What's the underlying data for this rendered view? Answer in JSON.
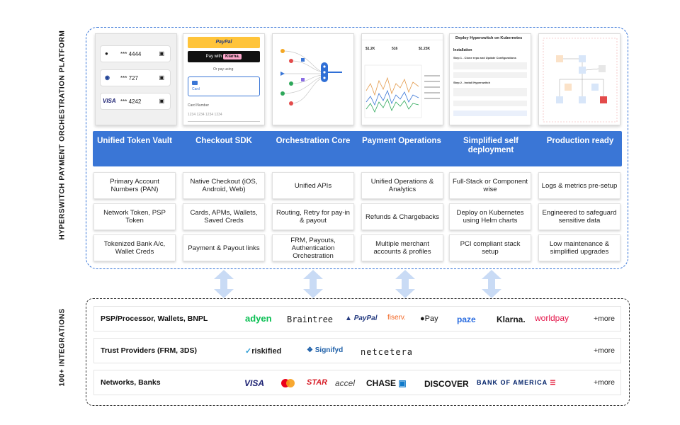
{
  "side_labels": {
    "platform": "HYPERSWITCH PAYMENT ORCHESTRATION PLATFORM",
    "integrations": "100+ INTEGRATIONS"
  },
  "cards": {
    "vault": {
      "rows": [
        {
          "brand": "",
          "num": "*** 4444"
        },
        {
          "brand": "",
          "num": "*** 727"
        },
        {
          "brand": "VISA",
          "num": "*** 4242"
        }
      ]
    },
    "checkout": {
      "paypal": "PayPal",
      "pay_with": "Pay with",
      "klarna": "Klarna.",
      "or_pay": "Or pay using",
      "card": "Card",
      "card_number_label": "Card Number",
      "card_number_placeholder": "1234 1234 1234 1234"
    },
    "ops": {
      "stat1": "$1.2K",
      "stat2": "516",
      "stat3": "$1.23K"
    },
    "deploy": {
      "title": "Deploy Hyperswitch on Kubernetes",
      "section": "Installation",
      "step1": "Step 1 - Clone repo and Update Configurations",
      "step2": "Step 2 - Install Hyperswitch"
    }
  },
  "features": [
    {
      "title": "Unified Token Vault",
      "cells": [
        "Primary Account Numbers (PAN)",
        "Network Token, PSP Token",
        "Tokenized Bank A/c, Wallet Creds"
      ]
    },
    {
      "title": "Checkout SDK",
      "cells": [
        "Native Checkout (iOS, Android, Web)",
        "Cards, APMs, Wallets, Saved Creds",
        "Payment & Payout links"
      ]
    },
    {
      "title": "Orchestration Core",
      "cells": [
        "Unified APIs",
        "Routing, Retry for pay-in & payout",
        "FRM, Payouts, Authentication Orchestration"
      ]
    },
    {
      "title": "Payment Operations",
      "cells": [
        "Unified Operations & Analytics",
        "Refunds & Chargebacks",
        "Multiple merchant accounts & profiles"
      ]
    },
    {
      "title": "Simplified self deployment",
      "cells": [
        "Full-Stack or Component wise",
        "Deploy on Kubernetes using Helm charts",
        "PCI compliant stack setup"
      ]
    },
    {
      "title": "Production ready",
      "cells": [
        "Logs & metrics pre-setup",
        "Engineered to safeguard sensitive data",
        "Low maintenance & simplified upgrades"
      ]
    }
  ],
  "integrations": [
    {
      "label": "PSP/Processor, Wallets, BNPL",
      "logos": [
        "adyen",
        "Braintree",
        "PayPal",
        "fiserv.",
        "Pay",
        "paze",
        "Klarna.",
        "worldpay"
      ],
      "more": "+more"
    },
    {
      "label": "Trust Providers (FRM, 3DS)",
      "logos": [
        "riskified",
        "Signifyd",
        "netcetera"
      ],
      "more": "+more"
    },
    {
      "label": "Networks, Banks",
      "logos": [
        "VISA",
        "",
        "STAR",
        "accel",
        "CHASE",
        "DISCOVER",
        "BANK OF AMERICA"
      ],
      "more": "+more"
    }
  ],
  "colors": {
    "accent": "#3a76d6",
    "arrow": "#c9dbf5",
    "adyen": "#0abf53",
    "worldpay": "#e4164a",
    "paze": "#2b6de0"
  }
}
